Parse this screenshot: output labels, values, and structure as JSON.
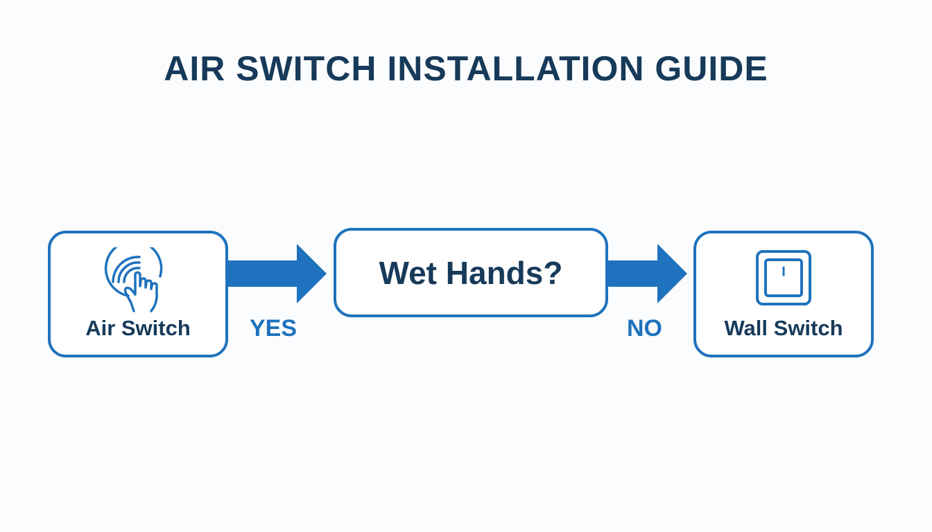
{
  "title": "AIR SWITCH INSTALLATION GUIDE",
  "colors": {
    "accent": "#1f72bd",
    "text": "#173a5a",
    "background": "#fbfcfd"
  },
  "nodes": {
    "air_switch": {
      "label": "Air Switch",
      "icon": "touch-gesture-icon"
    },
    "decision": {
      "label": "Wet Hands?"
    },
    "wall_switch": {
      "label": "Wall Switch",
      "icon": "wall-switch-icon"
    }
  },
  "edges": {
    "yes": {
      "label": "YES"
    },
    "no": {
      "label": "NO"
    }
  }
}
